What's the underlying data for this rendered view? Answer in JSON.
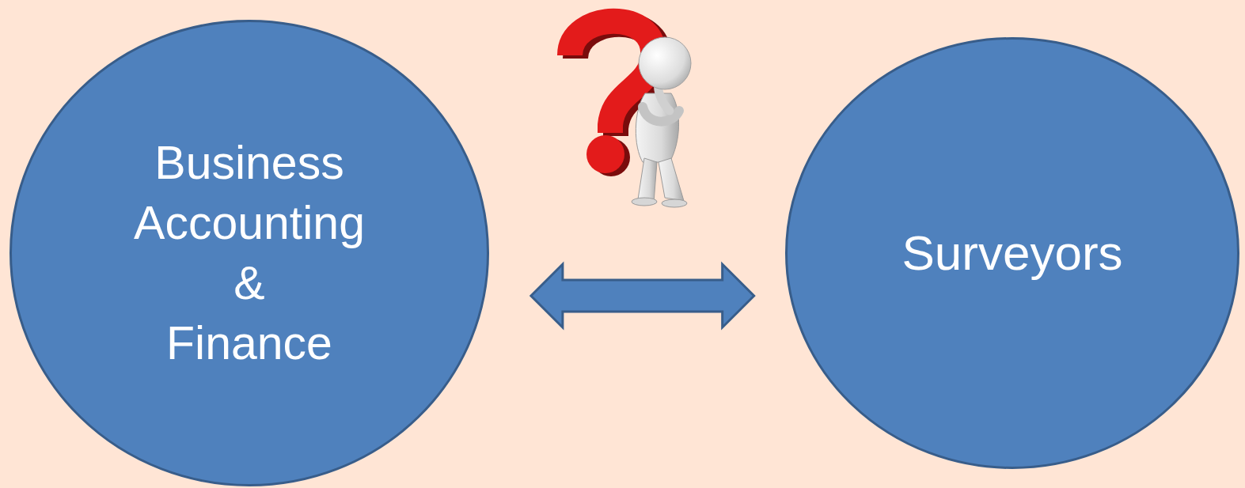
{
  "diagram": {
    "nodes": [
      {
        "text": [
          "Business Accounting & Finance"
        ]
      },
      {
        "text": [
          "Surveyors"
        ]
      }
    ],
    "edges": [
      {
        "from": 0,
        "to": 1,
        "arrow": "both"
      }
    ]
  }
}
